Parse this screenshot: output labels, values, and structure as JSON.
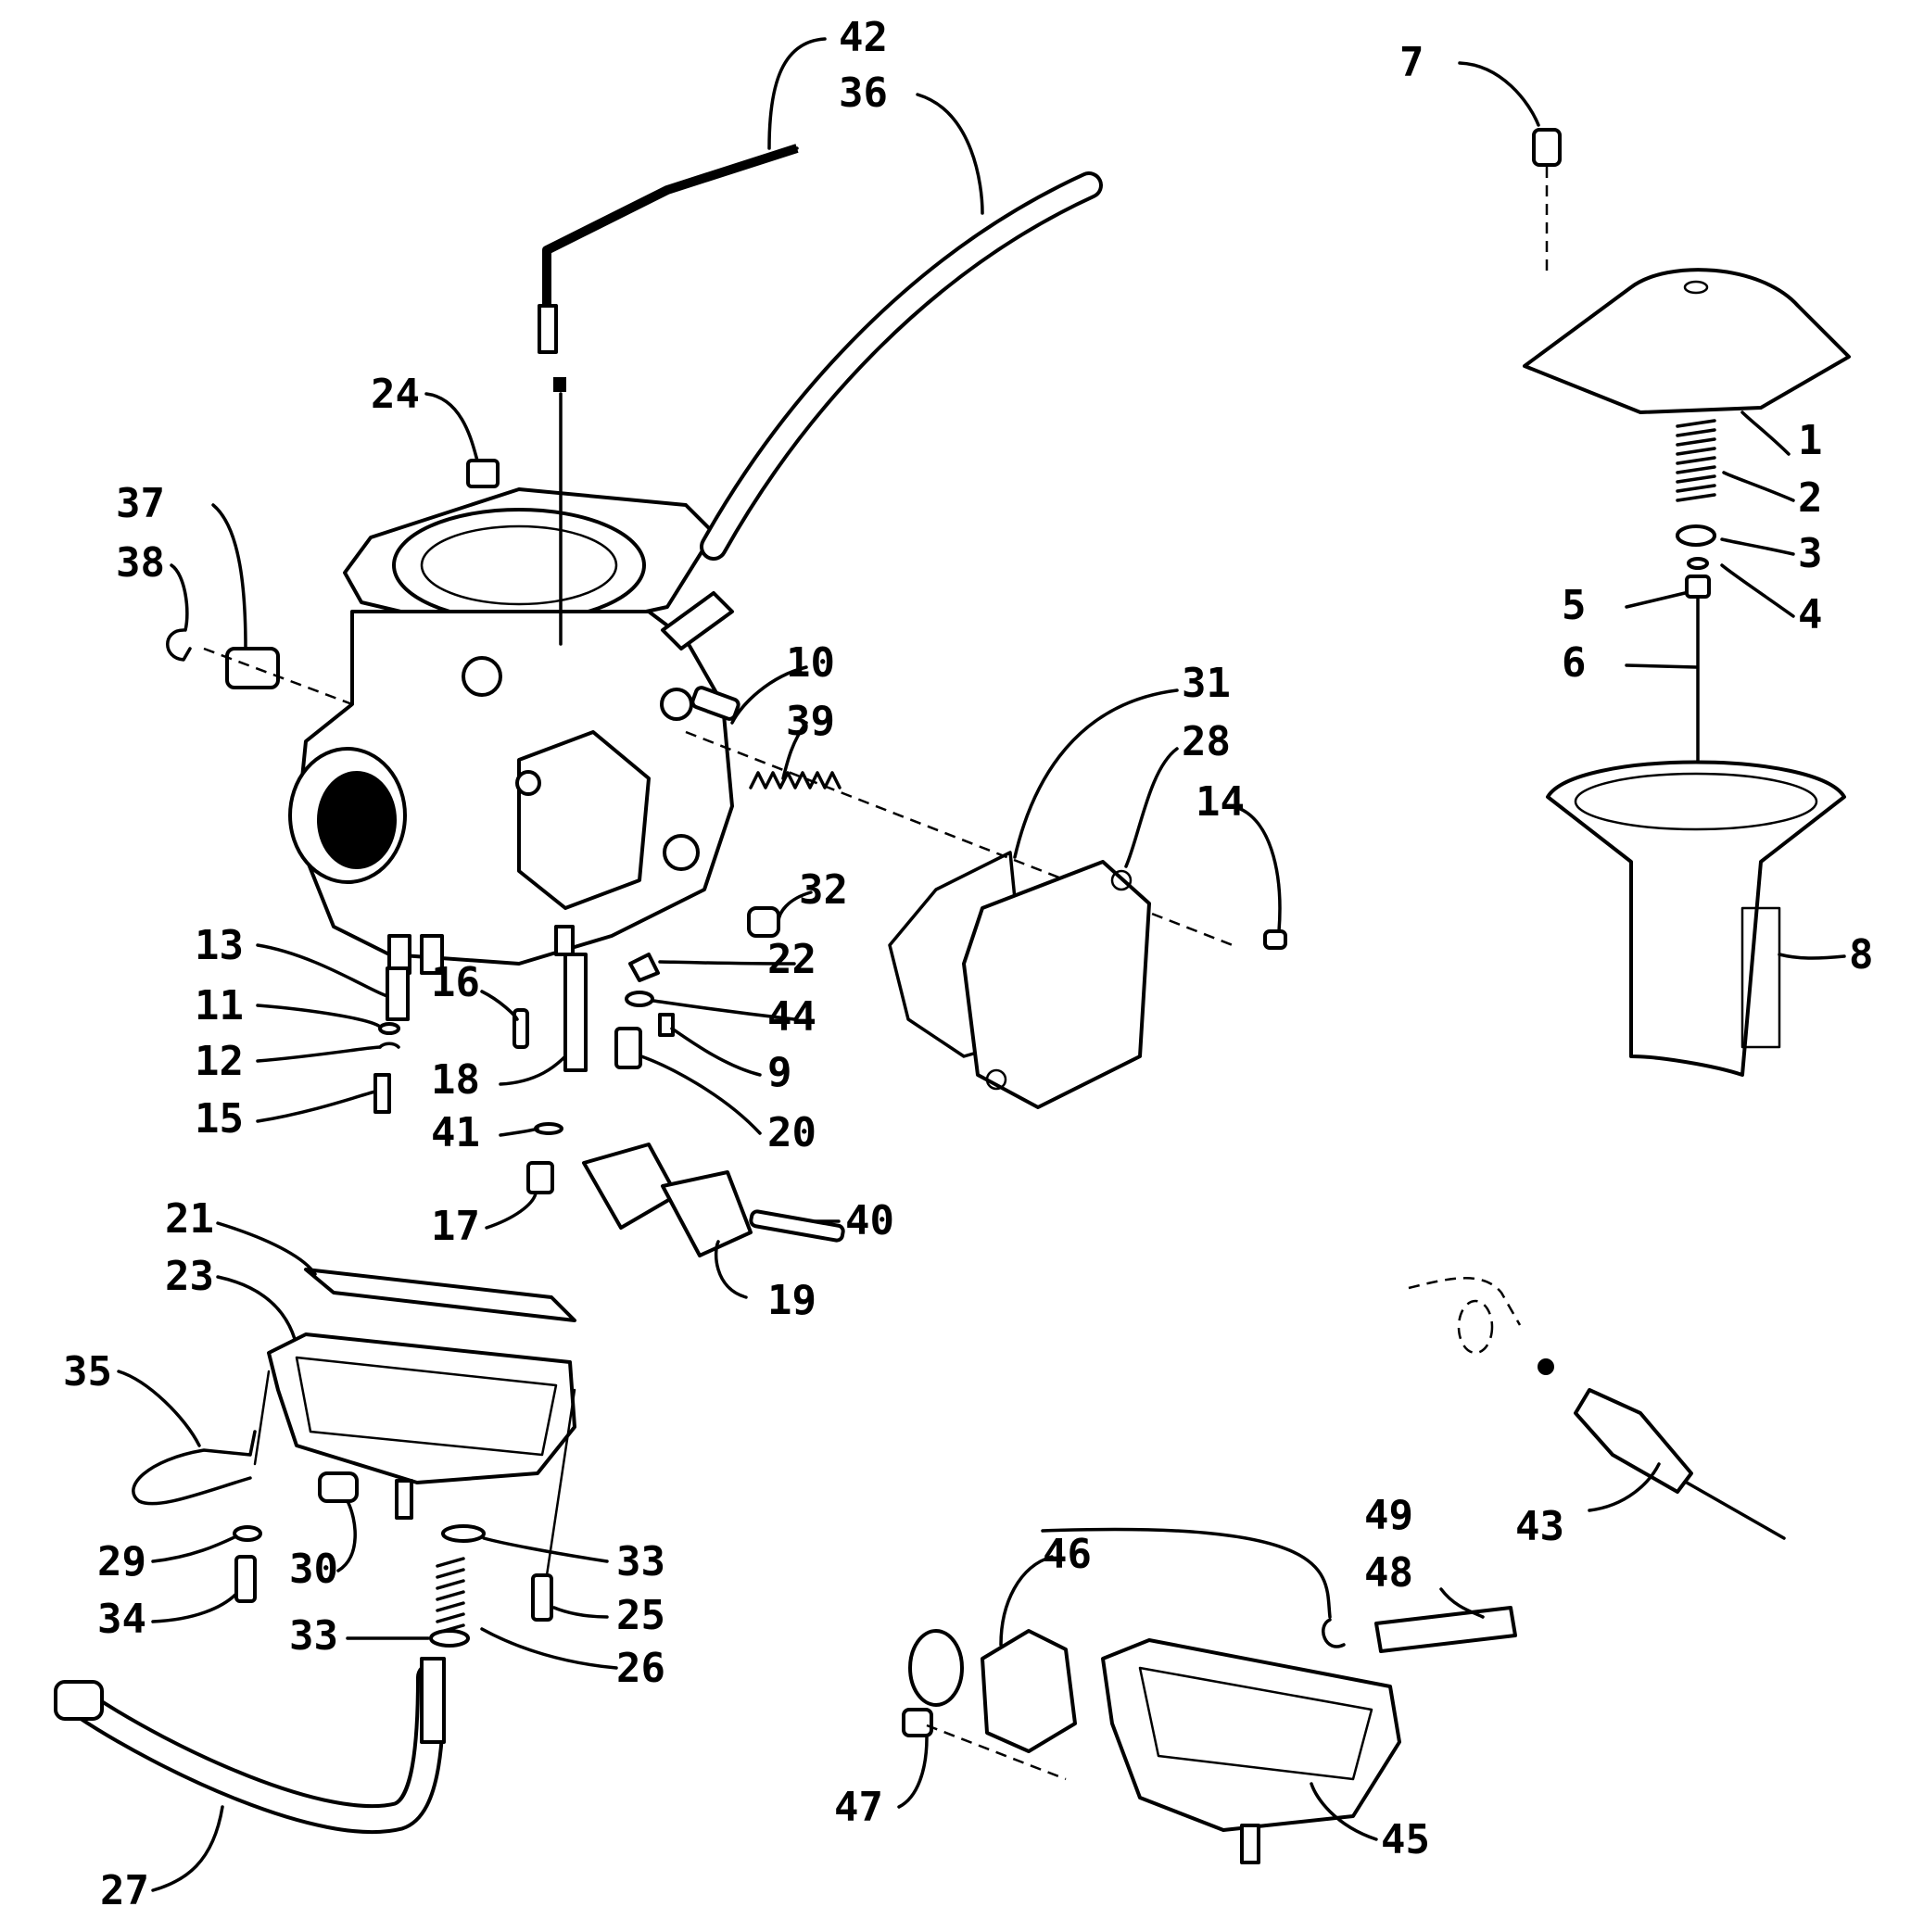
{
  "callouts": {
    "c1": "1",
    "c2": "2",
    "c3": "3",
    "c4": "4",
    "c5": "5",
    "c6": "6",
    "c7": "7",
    "c8": "8",
    "c9": "9",
    "c10": "10",
    "c11": "11",
    "c12": "12",
    "c13": "13",
    "c14": "14",
    "c15": "15",
    "c16": "16",
    "c17": "17",
    "c18": "18",
    "c19": "19",
    "c20": "20",
    "c21": "21",
    "c22": "22",
    "c23": "23",
    "c24": "24",
    "c25": "25",
    "c26": "26",
    "c27": "27",
    "c28": "28",
    "c29": "29",
    "c30": "30",
    "c31": "31",
    "c32": "32",
    "c33a": "33",
    "c33b": "33",
    "c34": "34",
    "c35": "35",
    "c36": "36",
    "c37": "37",
    "c38": "38",
    "c39": "39",
    "c40": "40",
    "c41": "41",
    "c42": "42",
    "c43": "43",
    "c44": "44",
    "c45": "45",
    "c46": "46",
    "c47": "47",
    "c48": "48",
    "c49": "49"
  }
}
